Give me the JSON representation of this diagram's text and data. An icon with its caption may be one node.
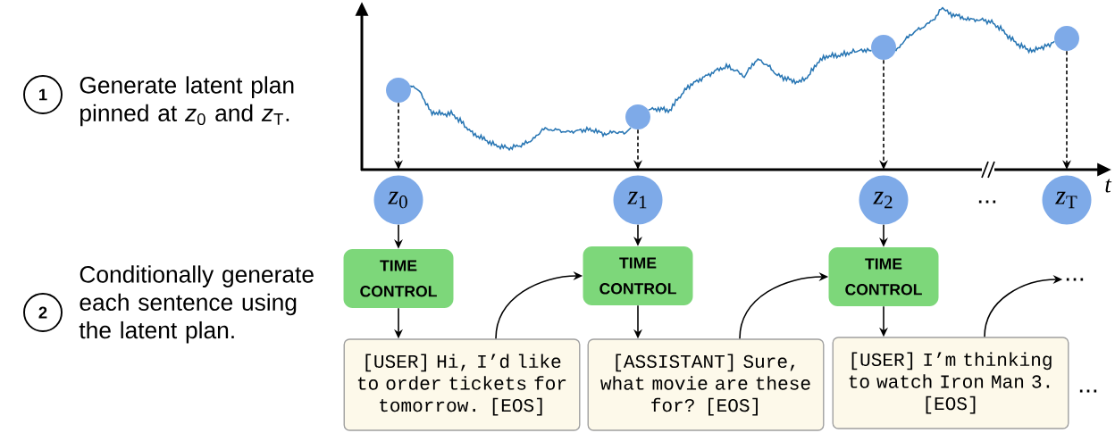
{
  "diagram": {
    "nodes": [
      {
        "text": [
          "1"
        ],
        "beside": [
          "Generate latent plan pinned at *z*$_{0}$ and *z*$_{T}$."
        ]
      },
      {
        "text": [
          "2"
        ],
        "beside": [
          "Conditionally generate each sentence using the latent plan."
        ]
      },
      {
        "text": [],
        "shape": "circle"
      },
      {
        "text": [],
        "shape": "circle"
      },
      {
        "text": [],
        "shape": "circle"
      },
      {
        "text": [],
        "shape": "circle"
      },
      {
        "text": [
          "*z*$_{0}$"
        ]
      },
      {
        "text": [
          "*z*$_{1}$"
        ]
      },
      {
        "text": [
          "*z*$_{2}$"
        ]
      },
      {
        "text": [
          "*z*$_{T}$"
        ]
      },
      {
        "text": [
          "TIME CONTROL"
        ]
      },
      {
        "text": [
          "TIME CONTROL"
        ]
      },
      {
        "text": [
          "TIME CONTROL"
        ]
      },
      {
        "text": [
          "..."
        ]
      },
      {
        "text": [
          "[USER] Hi, I’d like to order tickets for tomorrow. [EOS]"
        ]
      },
      {
        "text": [
          "[ASSISTANT] Sure, what movie are these for? [EOS]"
        ]
      },
      {
        "text": [
          "[USER] I’m thinking to watch Iron Man 3. [EOS]"
        ]
      }
    ],
    "edges": [
      {
        "from": 2,
        "to": 3,
        "arrow": "none",
        "color": "#2a77b4"
      },
      {
        "from": 3,
        "to": 4,
        "arrow": "none",
        "color": "#2a77b4"
      },
      {
        "from": 4,
        "to": 5,
        "arrow": "none",
        "color": "#2a77b4"
      },
      {
        "from": 2,
        "to": 6,
        "arrow": "to",
        "style": "dashed"
      },
      {
        "from": 3,
        "to": 7,
        "arrow": "to",
        "style": "dashed"
      },
      {
        "from": 4,
        "to": 8,
        "arrow": "to",
        "style": "dashed"
      },
      {
        "from": 5,
        "to": 9,
        "arrow": "to",
        "style": "dashed"
      },
      {
        "from": 6,
        "to": 10,
        "arrow": "to"
      },
      {
        "from": 7,
        "to": 11,
        "arrow": "to"
      },
      {
        "from": 8,
        "to": 12,
        "arrow": "to"
      },
      {
        "from": 10,
        "to": 14,
        "arrow": "to"
      },
      {
        "from": 11,
        "to": 15,
        "arrow": "to"
      },
      {
        "from": 12,
        "to": 16,
        "arrow": "to"
      },
      {
        "from": 14,
        "to": 11,
        "arrow": "to"
      },
      {
        "from": 15,
        "to": 12,
        "arrow": "to"
      },
      {
        "from": 16,
        "to": 13,
        "arrow": "to"
      }
    ],
    "labels": [
      "t",
      "...",
      "..."
    ]
  }
}
